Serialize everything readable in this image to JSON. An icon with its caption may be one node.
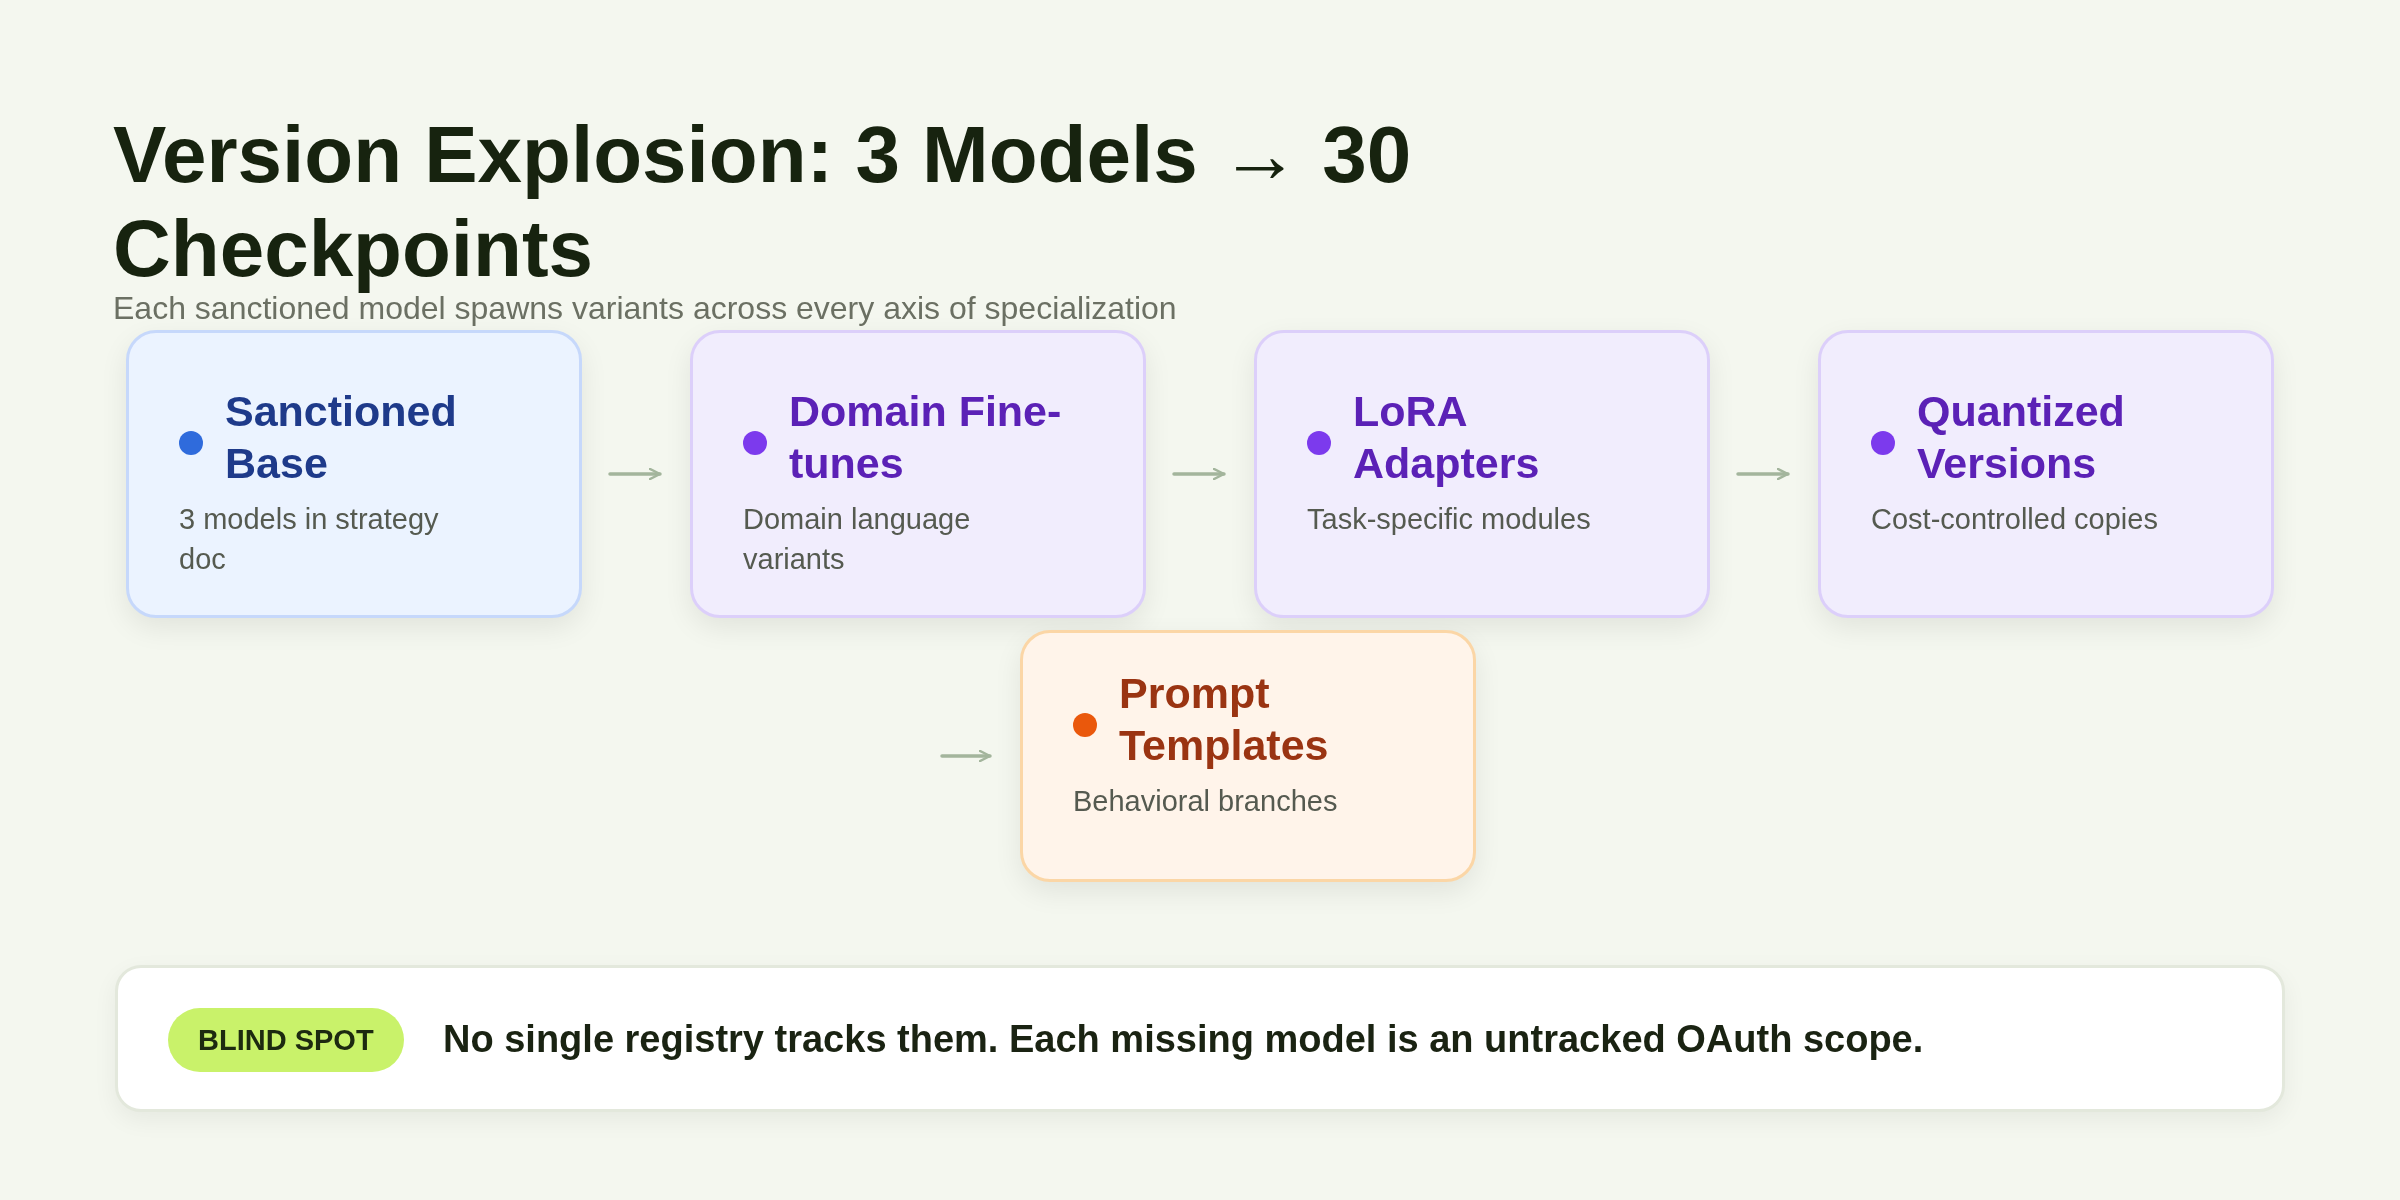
{
  "diagram": {
    "title": "Version Explosion: 3 Models → 30 Checkpoints",
    "nodes": [
      {
        "text": [
          "Sanctioned Base",
          "3 models in strategy doc"
        ]
      },
      {
        "text": [
          "Domain Fine-tunes",
          "Domain language variants"
        ]
      },
      {
        "text": [
          "LoRA Adapters",
          "Task-specific modules"
        ]
      },
      {
        "text": [
          "Quantized Versions",
          "Cost-controlled copies"
        ]
      },
      {
        "text": [
          "Prompt Templates",
          "Behavioral branches"
        ]
      }
    ],
    "edges": [
      {
        "from": 0,
        "to": 1,
        "arrow": "to"
      },
      {
        "from": 1,
        "to": 2,
        "arrow": "to"
      },
      {
        "from": 2,
        "to": 3,
        "arrow": "to"
      },
      {
        "from": null,
        "to": 4,
        "arrow": "to"
      }
    ],
    "labels": [
      "Each sanctioned model spawns variants across every axis of specialization",
      "BLIND SPOT",
      "No single registry tracks them. Each missing model is an untracked OAuth scope."
    ]
  }
}
